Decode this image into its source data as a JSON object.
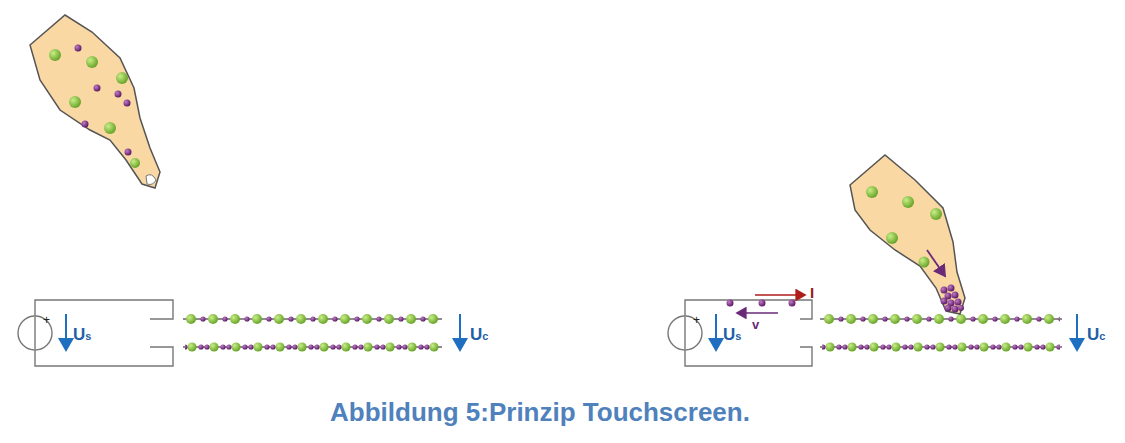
{
  "diagram": {
    "caption": "Abbildung 5:Prinzip Touchscreen.",
    "labels": [
      "+",
      "Us",
      "Uc",
      "+",
      "Us",
      "I",
      "v",
      "Uc"
    ]
  }
}
